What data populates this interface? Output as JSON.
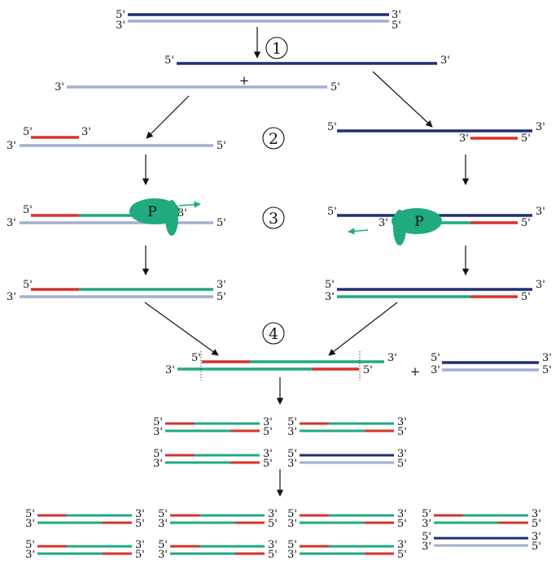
{
  "colors": {
    "template_top": "#1f2f73",
    "template_bottom": "#a3aed2",
    "primer": "#d6332c",
    "new_strand": "#1faa7f",
    "polymerase": "#1faa7f",
    "arrow": "#111111"
  },
  "labels": {
    "five_prime": "5'",
    "three_prime": "3'",
    "plus": "+",
    "polymerase": "P"
  },
  "steps": [
    "1",
    "2",
    "3",
    "4"
  ]
}
